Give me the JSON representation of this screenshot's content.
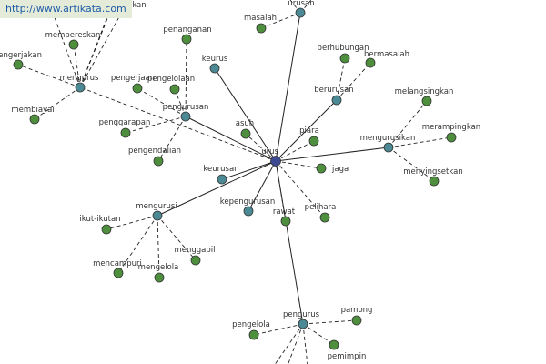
{
  "watermark": "http://www.artikata.com",
  "colors": {
    "background": "#ffffff",
    "edge": "#222222",
    "center_node": "#3d4a92",
    "hub_node": "#4b8a94",
    "leaf_node": "#4e8f3e",
    "node_stroke": "#333333",
    "label": "#333333",
    "watermark_bg": "#e4ecd9",
    "watermark_text": "#1e5ca8"
  },
  "nodes": [
    {
      "id": "urus",
      "label": "urus",
      "kind": "center"
    },
    {
      "id": "urusan",
      "label": "urusan",
      "kind": "hub"
    },
    {
      "id": "keurus",
      "label": "keurus",
      "kind": "hub"
    },
    {
      "id": "pengurusan",
      "label": "pengurusan",
      "kind": "hub"
    },
    {
      "id": "berurusan",
      "label": "berurusan",
      "kind": "hub"
    },
    {
      "id": "mengurus",
      "label": "mengurus",
      "kind": "hub"
    },
    {
      "id": "mengurusi",
      "label": "mengurusi",
      "kind": "hub"
    },
    {
      "id": "mengurusikan",
      "label": "mengurusikan",
      "kind": "hub"
    },
    {
      "id": "keurusan",
      "label": "keurusan",
      "kind": "hub"
    },
    {
      "id": "kepengurusan",
      "label": "kepengurusan",
      "kind": "hub"
    },
    {
      "id": "pengurus",
      "label": "pengurus",
      "kind": "hub"
    },
    {
      "id": "masalah",
      "label": "masalah",
      "kind": "leaf"
    },
    {
      "id": "penanganan",
      "label": "penanganan",
      "kind": "leaf"
    },
    {
      "id": "pengelolaan",
      "label": "pengelolaan",
      "kind": "leaf"
    },
    {
      "id": "pengerjaan",
      "label": "pengerjaan",
      "kind": "leaf"
    },
    {
      "id": "penggarapan",
      "label": "penggarapan",
      "kind": "leaf"
    },
    {
      "id": "pengendalian",
      "label": "pengendalian",
      "kind": "leaf"
    },
    {
      "id": "asuh",
      "label": "asuh",
      "kind": "leaf"
    },
    {
      "id": "piara",
      "label": "piara",
      "kind": "leaf"
    },
    {
      "id": "jaga",
      "label": "jaga",
      "kind": "leaf"
    },
    {
      "id": "pelihara",
      "label": "pelihara",
      "kind": "leaf"
    },
    {
      "id": "rawat",
      "label": "rawat",
      "kind": "leaf"
    },
    {
      "id": "berhubungan",
      "label": "berhubungan",
      "kind": "leaf"
    },
    {
      "id": "bermasalah",
      "label": "bermasalah",
      "kind": "leaf"
    },
    {
      "id": "melangsingkan",
      "label": "melangsingkan",
      "kind": "leaf"
    },
    {
      "id": "merampingkan",
      "label": "merampingkan",
      "kind": "leaf"
    },
    {
      "id": "menyingsetkan",
      "label": "menyingsetkan",
      "kind": "leaf"
    },
    {
      "id": "membereskan",
      "label": "membereskan",
      "kind": "leaf"
    },
    {
      "id": "mengerjakan",
      "label": "mengerjakan",
      "kind": "leaf"
    },
    {
      "id": "membiayai",
      "label": "membiayai",
      "kind": "leaf"
    },
    {
      "id": "ikut-ikutan",
      "label": "ikut-ikutan",
      "kind": "leaf"
    },
    {
      "id": "mencampuri",
      "label": "mencampuri",
      "kind": "leaf"
    },
    {
      "id": "mengelola",
      "label": "mengelola",
      "kind": "leaf"
    },
    {
      "id": "menggapil",
      "label": "menggapil",
      "kind": "leaf"
    },
    {
      "id": "pengelola",
      "label": "pengelola",
      "kind": "leaf"
    },
    {
      "id": "pamong",
      "label": "pamong",
      "kind": "leaf"
    },
    {
      "id": "pemimpin",
      "label": "pemimpin",
      "kind": "leaf"
    },
    {
      "id": "akan",
      "label": "akan",
      "kind": "leaf"
    }
  ],
  "edges": [
    {
      "from": "urus",
      "to": "urusan",
      "style": "solid"
    },
    {
      "from": "urus",
      "to": "keurus",
      "style": "solid"
    },
    {
      "from": "urus",
      "to": "pengurusan",
      "style": "solid"
    },
    {
      "from": "urus",
      "to": "berurusan",
      "style": "solid"
    },
    {
      "from": "urus",
      "to": "mengurusikan",
      "style": "solid"
    },
    {
      "from": "urus",
      "to": "mengurusi",
      "style": "solid"
    },
    {
      "from": "urus",
      "to": "keurusan",
      "style": "solid"
    },
    {
      "from": "urus",
      "to": "kepengurusan",
      "style": "solid"
    },
    {
      "from": "urus",
      "to": "pengurus",
      "style": "solid"
    },
    {
      "from": "urus",
      "to": "asuh",
      "style": "dashed"
    },
    {
      "from": "urus",
      "to": "piara",
      "style": "dashed"
    },
    {
      "from": "urus",
      "to": "jaga",
      "style": "dashed"
    },
    {
      "from": "urus",
      "to": "pelihara",
      "style": "dashed"
    },
    {
      "from": "urus",
      "to": "rawat",
      "style": "dashed"
    },
    {
      "from": "urus",
      "to": "mengurus",
      "style": "dashed"
    },
    {
      "from": "urusan",
      "to": "masalah",
      "style": "dashed"
    },
    {
      "from": "pengurusan",
      "to": "penanganan",
      "style": "dashed"
    },
    {
      "from": "pengurusan",
      "to": "pengelolaan",
      "style": "dashed"
    },
    {
      "from": "pengurusan",
      "to": "pengerjaan",
      "style": "dashed"
    },
    {
      "from": "pengurusan",
      "to": "penggarapan",
      "style": "dashed"
    },
    {
      "from": "pengurusan",
      "to": "pengendalian",
      "style": "dashed"
    },
    {
      "from": "berurusan",
      "to": "berhubungan",
      "style": "dashed"
    },
    {
      "from": "berurusan",
      "to": "bermasalah",
      "style": "dashed"
    },
    {
      "from": "mengurusikan",
      "to": "melangsingkan",
      "style": "dashed"
    },
    {
      "from": "mengurusikan",
      "to": "merampingkan",
      "style": "dashed"
    },
    {
      "from": "mengurusikan",
      "to": "menyingsetkan",
      "style": "dashed"
    },
    {
      "from": "mengurus",
      "to": "membereskan",
      "style": "dashed"
    },
    {
      "from": "mengurus",
      "to": "mengerjakan",
      "style": "dashed"
    },
    {
      "from": "mengurus",
      "to": "membiayai",
      "style": "dashed"
    },
    {
      "from": "mengurus",
      "to": "akan",
      "style": "dashed"
    },
    {
      "from": "mengurusi",
      "to": "ikut-ikutan",
      "style": "dashed"
    },
    {
      "from": "mengurusi",
      "to": "mencampuri",
      "style": "dashed"
    },
    {
      "from": "mengurusi",
      "to": "mengelola",
      "style": "dashed"
    },
    {
      "from": "mengurusi",
      "to": "menggapil",
      "style": "dashed"
    },
    {
      "from": "pengurus",
      "to": "pengelola",
      "style": "dashed"
    },
    {
      "from": "pengurus",
      "to": "pamong",
      "style": "dashed"
    },
    {
      "from": "pengurus",
      "to": "pemimpin",
      "style": "dashed"
    }
  ]
}
